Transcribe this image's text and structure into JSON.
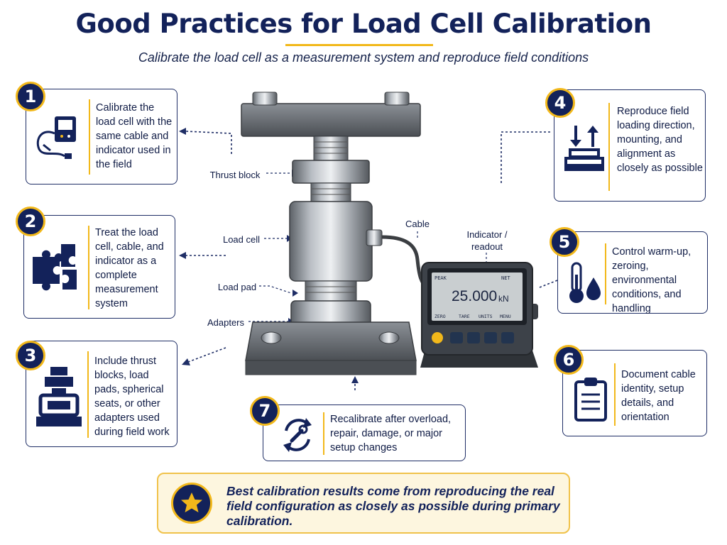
{
  "header": {
    "title": "Good Practices for Load Cell Calibration",
    "subtitle": "Calibrate the load cell as a measurement system and reproduce field conditions"
  },
  "cards": [
    {
      "number": "1",
      "icon": "cable-indicator-icon",
      "text": "Calibrate the load cell with the same cable and indicator used in the field"
    },
    {
      "number": "2",
      "icon": "puzzle-icon",
      "text": "Treat the load cell, cable, and indicator as a complete measurement system"
    },
    {
      "number": "3",
      "icon": "press-adapter-icon",
      "text": "Include thrust blocks, load pads, spherical seats, or other adapters used during field work"
    },
    {
      "number": "4",
      "icon": "load-direction-icon",
      "text": "Reproduce field loading direction, mounting, and alignment as closely as possible"
    },
    {
      "number": "5",
      "icon": "thermometer-droplet-icon",
      "text": "Control warm-up, zeroing, environmental conditions, and handling"
    },
    {
      "number": "6",
      "icon": "clipboard-icon",
      "text": "Document cable identity, setup details, and orientation"
    },
    {
      "number": "7",
      "icon": "recalibrate-wrench-icon",
      "text": "Recalibrate after overload, repair, damage, or major setup changes"
    }
  ],
  "diagram_labels": {
    "thrust_block": "Thrust block",
    "load_cell": "Load cell",
    "load_pad": "Load pad",
    "adapters": "Adapters",
    "cable": "Cable",
    "indicator": "Indicator / readout"
  },
  "indicator": {
    "mode": "PEAK",
    "status": "NET",
    "reading": "25.000",
    "unit": "kN",
    "softkeys": [
      "ZERO",
      "TARE",
      "UNITS",
      "MENU"
    ]
  },
  "footer": {
    "icon": "star-icon",
    "text": "Best calibration results come from reproducing the real field configuration as closely as possible during primary calibration."
  },
  "colors": {
    "navy": "#13225a",
    "accent_yellow": "#f2b81a",
    "footer_bg": "#fdf6df",
    "steel": "#8a8f96"
  }
}
